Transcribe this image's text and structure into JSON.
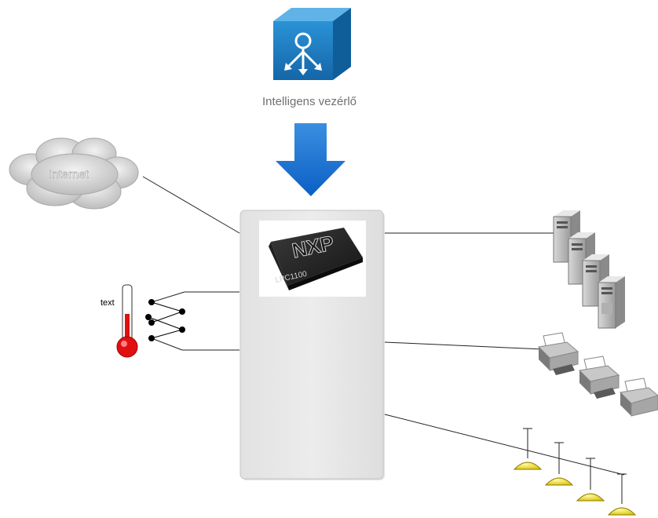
{
  "controller": {
    "label": "Intelligens vezérlő",
    "icon": "router-cube-icon"
  },
  "internet": {
    "label": "Internet",
    "icon": "cloud-icon"
  },
  "chip": {
    "brand": "NXP",
    "model": "LPC1100",
    "icon": "microcontroller-chip-icon"
  },
  "sensor": {
    "label": "text",
    "icon": "thermometer-icon"
  },
  "devices": {
    "servers_icon": "server-tower-icon",
    "printers_icon": "printer-icon",
    "lamps_icon": "ceiling-lamp-icon"
  },
  "colors": {
    "arrow": "#1a74d2",
    "cube": "#1c7fc7",
    "lamp": "#f2e01c",
    "thermometer": "#e01010",
    "board": "#e7e7e7"
  }
}
